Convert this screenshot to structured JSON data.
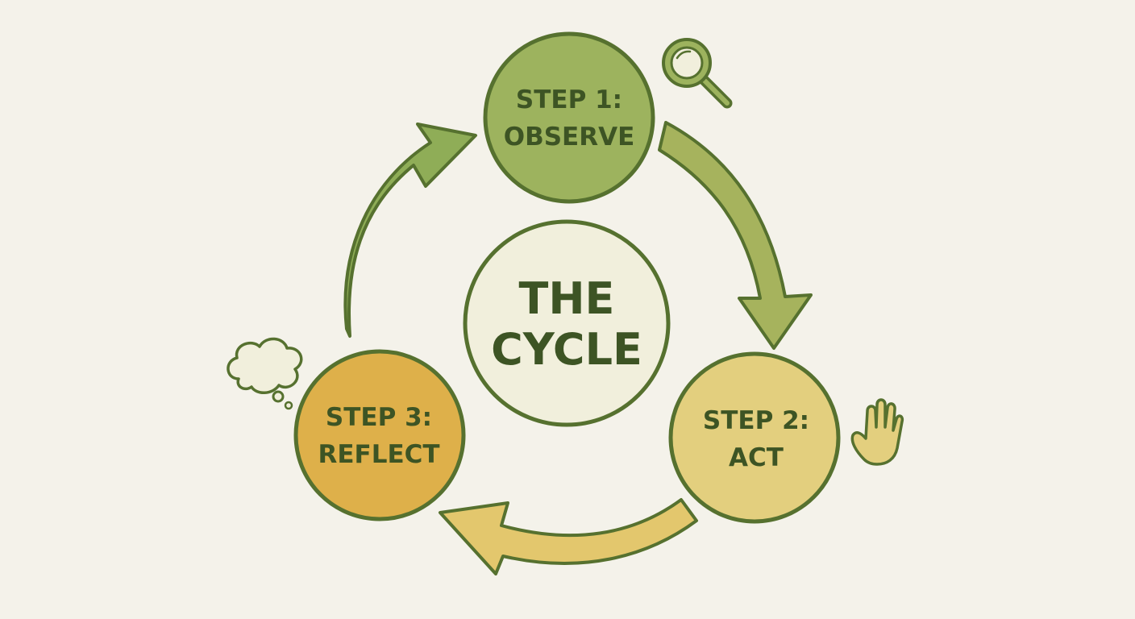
{
  "center": {
    "line1": "THE",
    "line2": "CYCLE"
  },
  "steps": [
    {
      "line1": "STEP 1:",
      "line2": "OBSERVE",
      "color": "#9db35e",
      "icon": "magnifier-icon"
    },
    {
      "line1": "STEP 2:",
      "line2": "ACT",
      "color": "#e3cf7e",
      "icon": "raised-hand-icon"
    },
    {
      "line1": "STEP 3:",
      "line2": "REFLECT",
      "color": "#deb04a",
      "icon": "thought-bubble-icon"
    }
  ],
  "colors": {
    "background": "#f4f2ea",
    "outline": "#56712f",
    "text": "#3d5424",
    "center_fill": "#f1efdc",
    "arrow_green": "#8fad57",
    "arrow_olive": "#a6b35d",
    "arrow_yellow": "#e3c76d"
  }
}
